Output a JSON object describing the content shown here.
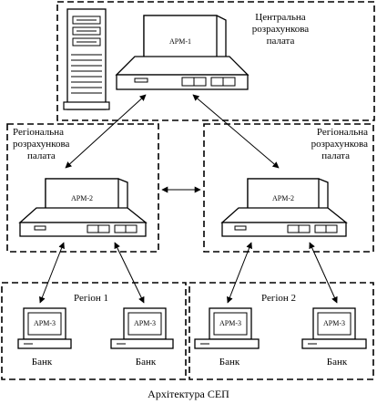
{
  "central": {
    "title_lines": [
      "Центральна",
      "розрахункова",
      "палата"
    ],
    "arm": "АРМ-1"
  },
  "regional_left": {
    "title_lines": [
      "Регіональна",
      "розрахункова",
      "палата"
    ],
    "arm": "АРМ-2"
  },
  "regional_right": {
    "title_lines": [
      "Регіональна",
      "розрахункова",
      "палата"
    ],
    "arm": "АРМ-2"
  },
  "region1": {
    "title": "Регіон 1",
    "terminals": [
      {
        "arm": "АРМ-3",
        "bank": "Банк"
      },
      {
        "arm": "АРМ-3",
        "bank": "Банк"
      }
    ]
  },
  "region2": {
    "title": "Регіон 2",
    "terminals": [
      {
        "arm": "АРМ-3",
        "bank": "Банк"
      },
      {
        "arm": "АРМ-3",
        "bank": "Банк"
      }
    ]
  },
  "caption": "Архітектура СЕП"
}
